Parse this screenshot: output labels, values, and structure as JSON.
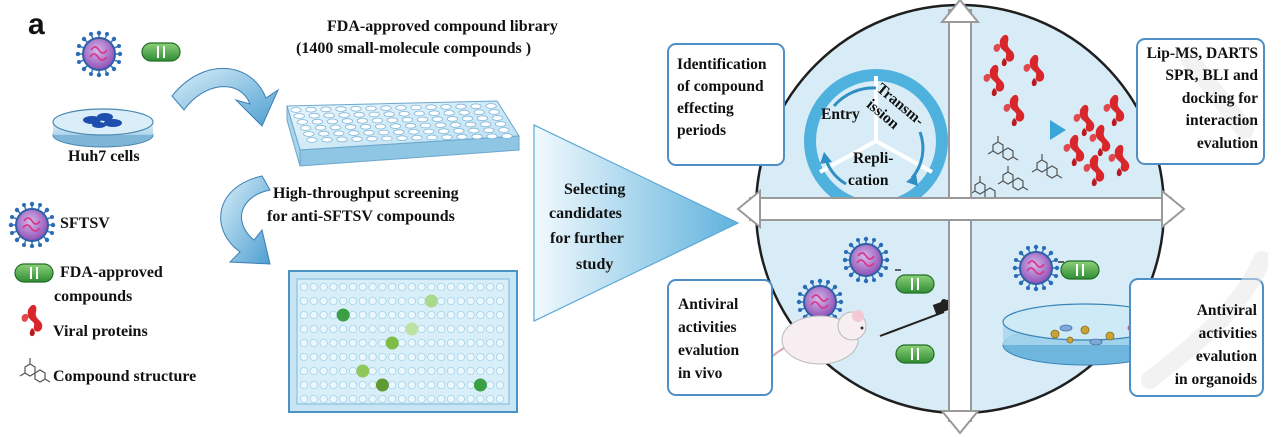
{
  "panel_letter": "a",
  "library": {
    "line1": "FDA-approved compound library",
    "line2": "(1400 small-molecule compounds )"
  },
  "cells_label": "Huh7 cells",
  "screening": {
    "line1": "High-throughput screening",
    "line2": "for anti-SFTSV compounds"
  },
  "selecting": [
    "Selecting",
    "candidates",
    "for further",
    "study"
  ],
  "legend": {
    "sftsv": "SFTSV",
    "fda_line1": "FDA-approved",
    "fda_line2": "compounds",
    "viral_proteins": "Viral proteins",
    "compound_structure": "Compound structure"
  },
  "quadrant_tl": {
    "box_lines": [
      "Identification",
      "of compound",
      "effecting",
      "periods"
    ],
    "entry": "Entry",
    "transmission_1": "Transm-",
    "transmission_2": "ission",
    "replication_1": "Repli-",
    "replication_2": "cation"
  },
  "quadrant_tr": {
    "box_lines": [
      "Lip-MS, DARTS",
      "SPR, BLI and",
      "docking for",
      "interaction",
      "evalution"
    ]
  },
  "quadrant_bl": {
    "box_lines": [
      "Antiviral",
      "activities",
      "evalution",
      "in vivo"
    ]
  },
  "quadrant_br": {
    "box_lines": [
      "Antiviral",
      "activities",
      "evalution",
      "in organoids"
    ]
  },
  "colors": {
    "accent_blue": "#4f8fc7",
    "plate_blue": "#bfe3f3",
    "compound_green": "#3aa043",
    "protein_red": "#d8262b",
    "arrow_gray": "#9a9a9a"
  }
}
